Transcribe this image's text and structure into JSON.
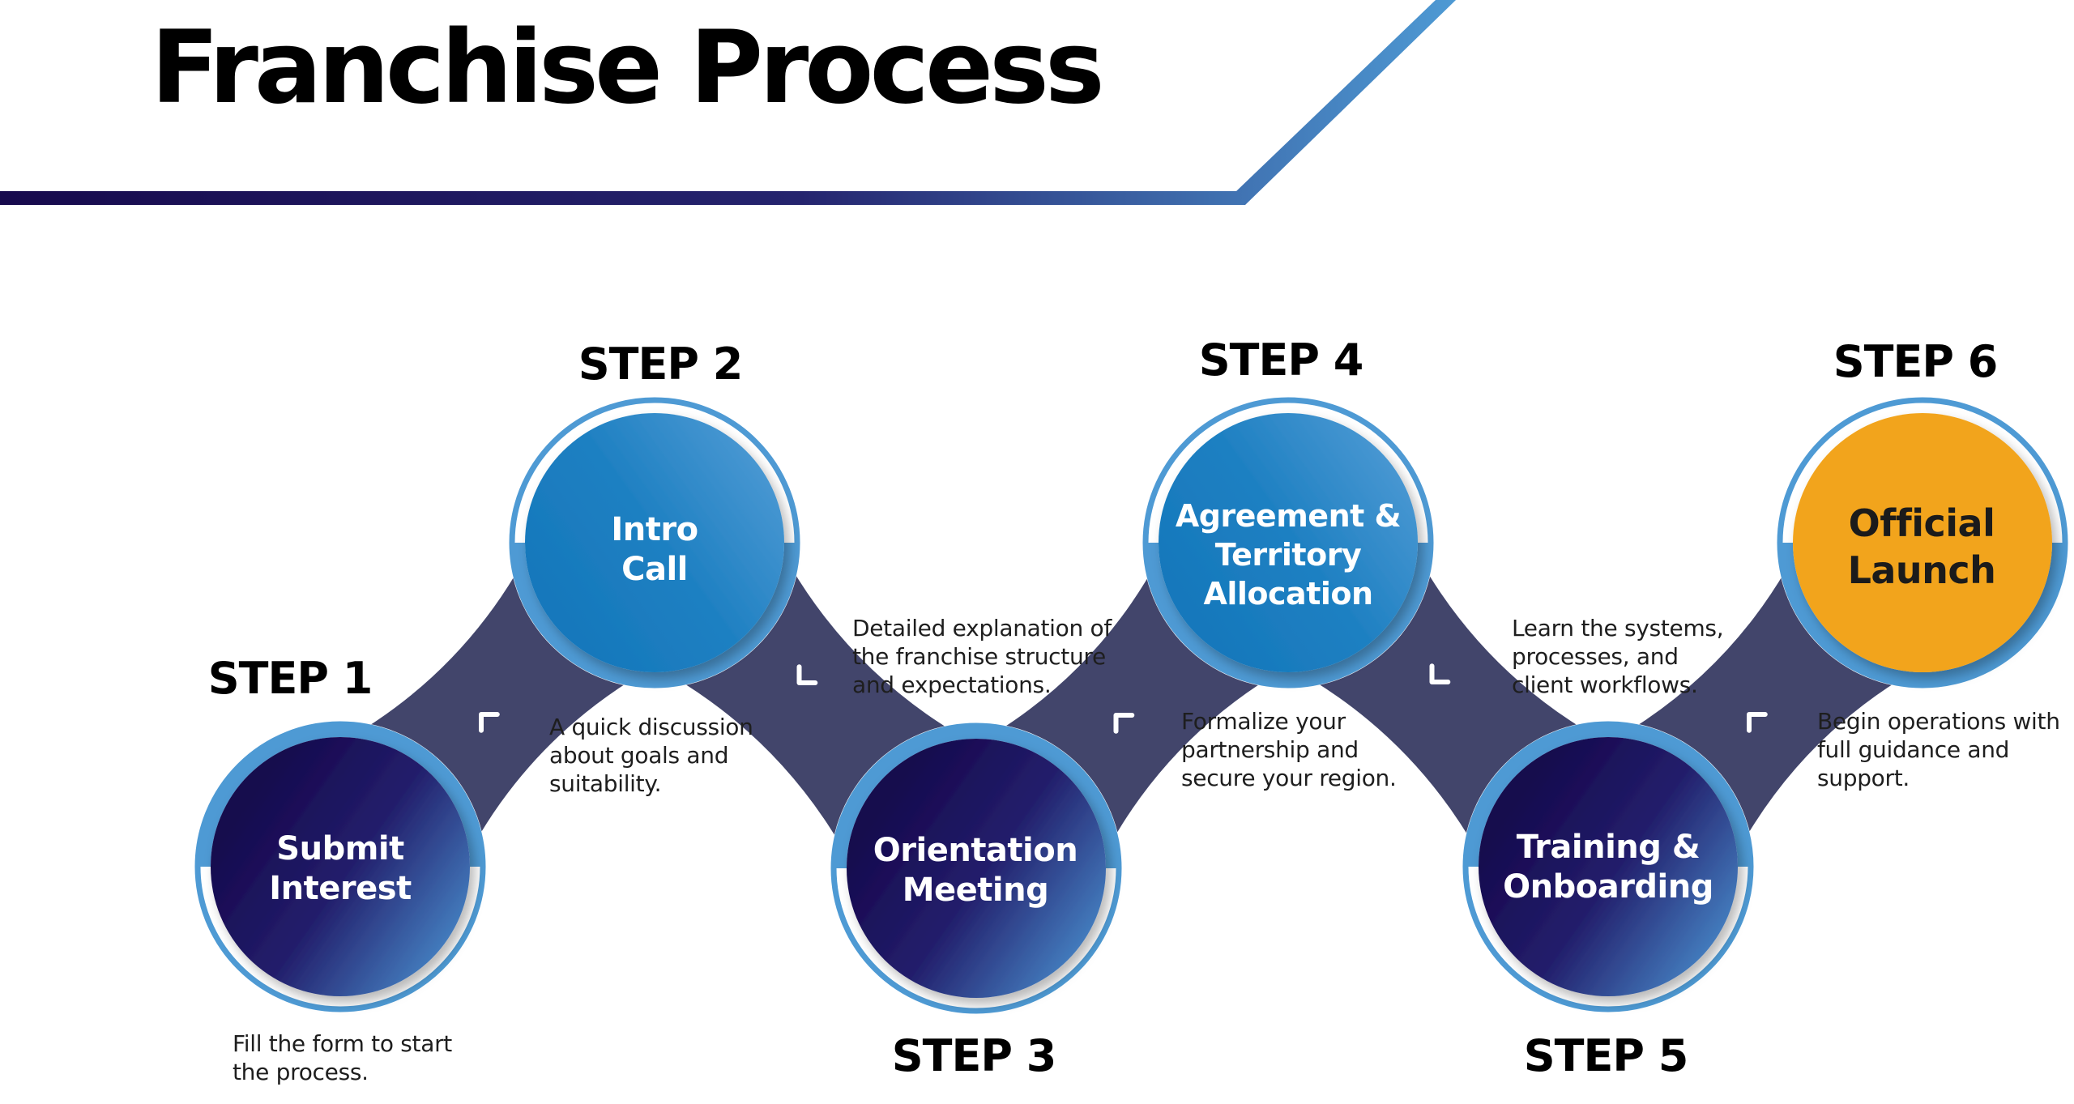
{
  "title": "Franchise Process",
  "colors": {
    "header_bar_start": "#170a4d",
    "header_bar_end": "#4e9ad4",
    "connector": "#42456b",
    "ring": "#4e9ad4",
    "dark_fill_start": "#16084e",
    "dark_fill_end": "#4a90cf",
    "blue_fill_start": "#1577bb",
    "blue_fill_end": "#4e9ad4",
    "launch_fill": "#f2a41c",
    "chevron": "#ffffff"
  },
  "steps": [
    {
      "number_label": "STEP 1",
      "name_lines": [
        "Submit",
        "Interest"
      ],
      "description_lines": [
        "Fill the form to start",
        "the process."
      ],
      "style": "dark"
    },
    {
      "number_label": "STEP 2",
      "name_lines": [
        "Intro",
        "Call"
      ],
      "description_lines": [
        "A quick discussion",
        "about goals and",
        "suitability."
      ],
      "style": "blue"
    },
    {
      "number_label": "STEP 3",
      "name_lines": [
        "Orientation",
        "Meeting"
      ],
      "description_lines": [
        "Detailed explanation of",
        "the franchise structure",
        "and expectations."
      ],
      "style": "dark"
    },
    {
      "number_label": "STEP 4",
      "name_lines": [
        "Agreement &",
        "Territory",
        "Allocation"
      ],
      "description_lines": [
        "Formalize your",
        "partnership and",
        "secure your region."
      ],
      "style": "blue"
    },
    {
      "number_label": "STEP 5",
      "name_lines": [
        "Training &",
        "Onboarding"
      ],
      "description_lines": [
        "Learn the systems,",
        "processes, and",
        "client workflows."
      ],
      "style": "dark"
    },
    {
      "number_label": "STEP 6",
      "name_lines": [
        "Official",
        "Launch"
      ],
      "description_lines": [
        "Begin operations with",
        "full guidance and",
        "support."
      ],
      "style": "launch"
    }
  ],
  "connectors": [
    {
      "from": "STEP 1",
      "to": "STEP 2",
      "chevron": "chevron-up-right-icon"
    },
    {
      "from": "STEP 2",
      "to": "STEP 3",
      "chevron": "chevron-down-right-icon"
    },
    {
      "from": "STEP 3",
      "to": "STEP 4",
      "chevron": "chevron-up-right-icon"
    },
    {
      "from": "STEP 4",
      "to": "STEP 5",
      "chevron": "chevron-down-right-icon"
    },
    {
      "from": "STEP 5",
      "to": "STEP 6",
      "chevron": "chevron-up-right-icon"
    }
  ]
}
